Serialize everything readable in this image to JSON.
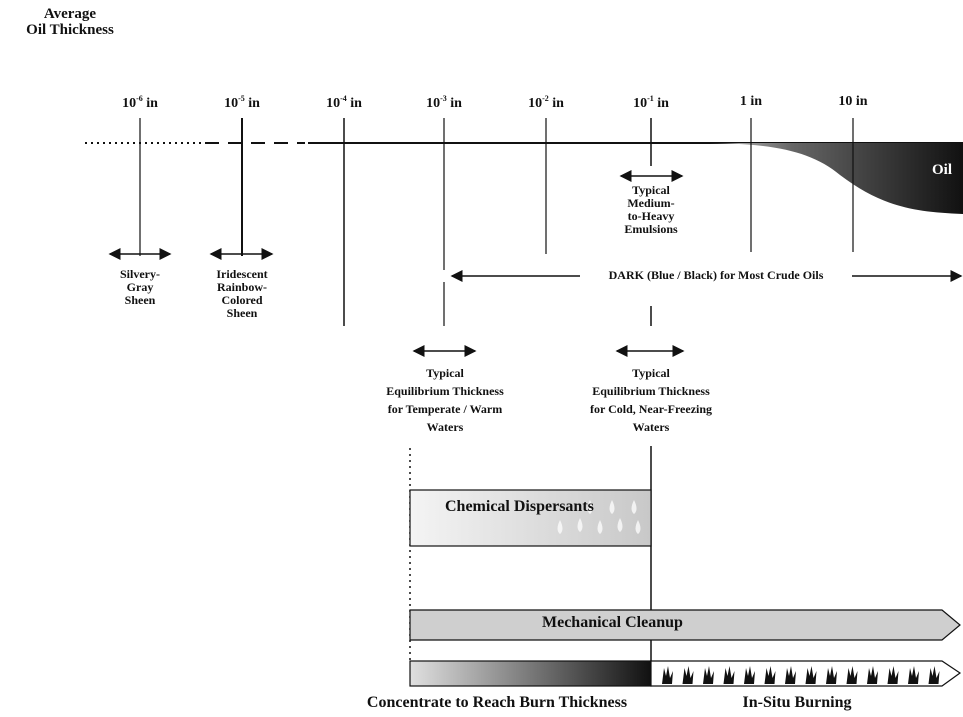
{
  "title": "Average\nOil Thickness",
  "ticks": [
    {
      "base": "10",
      "exp": "-6",
      "unit": " in"
    },
    {
      "base": "10",
      "exp": "-5",
      "unit": " in"
    },
    {
      "base": "10",
      "exp": "-4",
      "unit": " in"
    },
    {
      "base": "10",
      "exp": "-3",
      "unit": " in"
    },
    {
      "base": "10",
      "exp": "-2",
      "unit": " in"
    },
    {
      "base": "10",
      "exp": "-1",
      "unit": " in"
    },
    {
      "base": "1",
      "exp": "",
      "unit": " in"
    },
    {
      "base": "10",
      "exp": "",
      "unit": " in"
    }
  ],
  "oil_label": "Oil",
  "labels": {
    "silvery": "Silvery-\nGray\nSheen",
    "iridescent": "Iridescent\nRainbow-\nColored\nSheen",
    "emulsions": "Typical\nMedium-\nto-Heavy\nEmulsions",
    "dark": "DARK (Blue / Black) for Most Crude Oils",
    "temperate": "Typical\nEquilibrium Thickness\nfor Temperate / Warm\nWaters",
    "cold": "Typical\nEquilibrium Thickness\nfor Cold, Near-Freezing\nWaters"
  },
  "bars": {
    "dispersants": "Chemical Dispersants",
    "mechanical": "Mechanical Cleanup",
    "concentrate": "Concentrate to Reach Burn Thickness",
    "insitu": "In-Situ Burning"
  }
}
